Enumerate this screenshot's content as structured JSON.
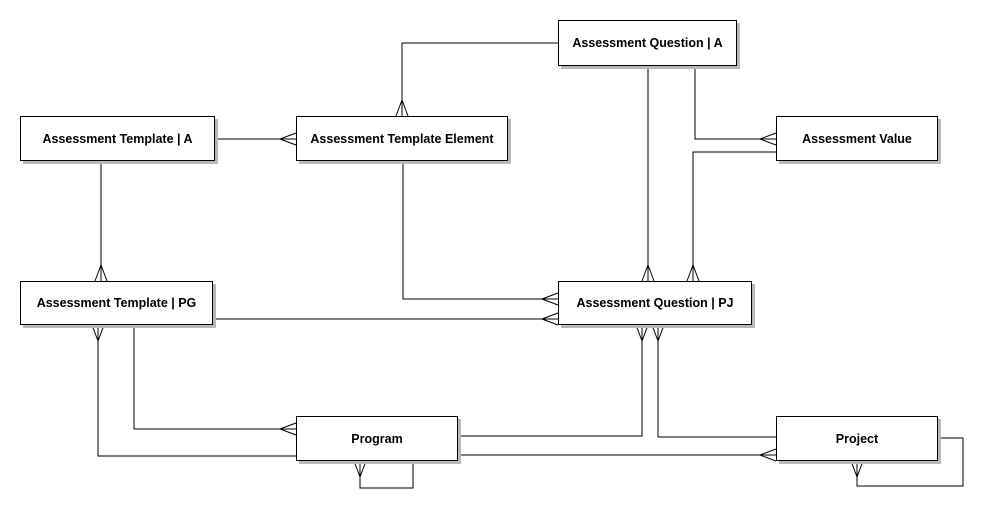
{
  "diagram": {
    "entities": {
      "assessment_question_a": "Assessment Question | A",
      "assessment_template_a": "Assessment Template | A",
      "assessment_template_element": "Assessment Template Element",
      "assessment_value": "Assessment Value",
      "assessment_template_pg": "Assessment Template | PG",
      "assessment_question_pj": "Assessment Question | PJ",
      "program": "Program",
      "project": "Project"
    }
  }
}
